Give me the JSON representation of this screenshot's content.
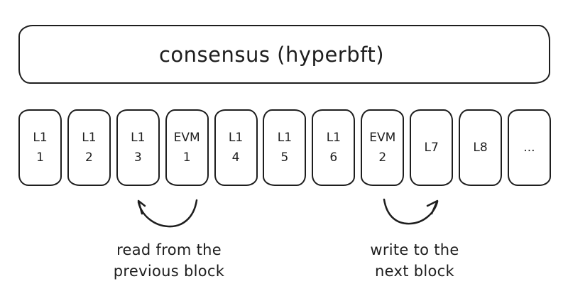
{
  "title": "consensus (hyperbft)",
  "blocks": [
    {
      "line1": "L1",
      "line2": "1"
    },
    {
      "line1": "L1",
      "line2": "2"
    },
    {
      "line1": "L1",
      "line2": "3"
    },
    {
      "line1": "EVM",
      "line2": "1"
    },
    {
      "line1": "L1",
      "line2": "4"
    },
    {
      "line1": "L1",
      "line2": "5"
    },
    {
      "line1": "L1",
      "line2": "6"
    },
    {
      "line1": "EVM",
      "line2": "2"
    },
    {
      "line1": "L7",
      "line2": ""
    },
    {
      "line1": "L8",
      "line2": ""
    },
    {
      "line1": "...",
      "line2": ""
    }
  ],
  "annotations": {
    "read": {
      "line1": "read from the",
      "line2": "previous block"
    },
    "write": {
      "line1": "write to the",
      "line2": "next block"
    }
  },
  "colors": {
    "stroke": "#1e1e1e",
    "background": "#ffffff"
  }
}
